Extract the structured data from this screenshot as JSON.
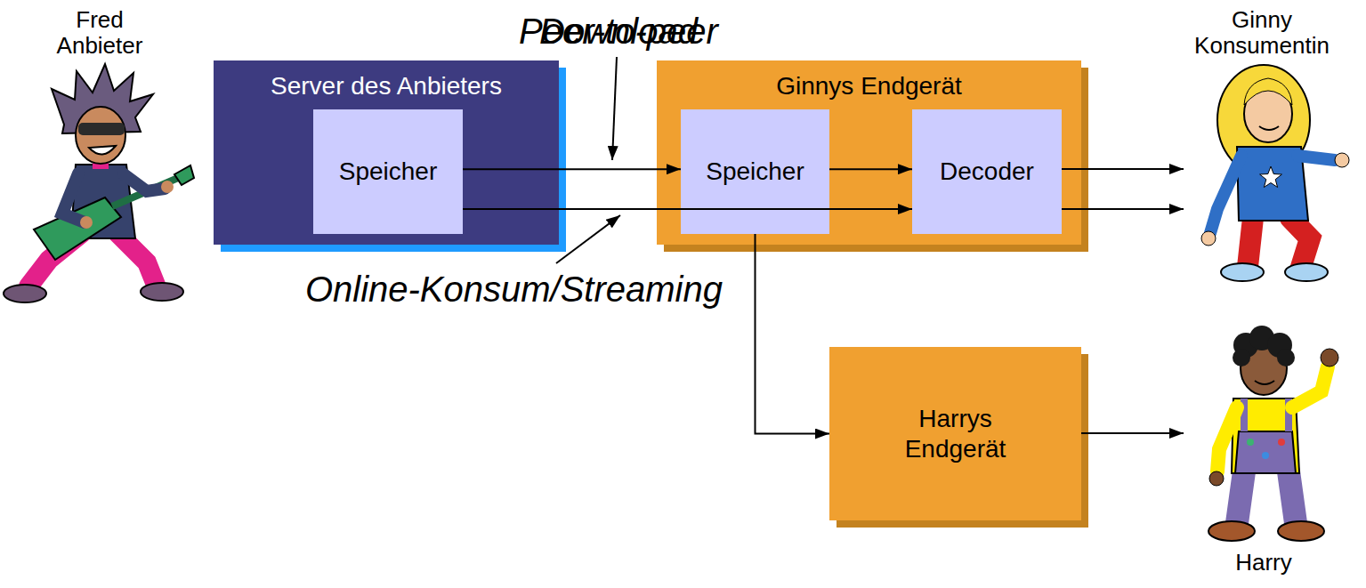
{
  "diagram": {
    "nodes": [
      {
        "text": [
          "Server des Anbieters"
        ]
      },
      {
        "text": [
          "Speicher"
        ],
        "in": 0
      },
      {
        "text": [
          "Ginnys Endgerät"
        ]
      },
      {
        "text": [
          "Speicher"
        ],
        "in": 2
      },
      {
        "text": [
          "Decoder"
        ],
        "in": 2
      },
      {
        "text": [
          "Harrys Endgerät"
        ]
      }
    ],
    "edges": [
      {
        "from": 1,
        "to": 3,
        "arrow": "to",
        "label": "Download"
      },
      {
        "from": 1,
        "to": 4,
        "arrow": "to",
        "label": "Online-Konsum/Streaming"
      },
      {
        "from": 3,
        "to": 4,
        "arrow": "to"
      },
      {
        "from": 3,
        "to": 5,
        "arrow": "to",
        "label": "Peer-to-peer"
      }
    ],
    "labels": [
      "Fred Anbieter",
      "Ginny Konsumentin",
      "Harry"
    ]
  }
}
